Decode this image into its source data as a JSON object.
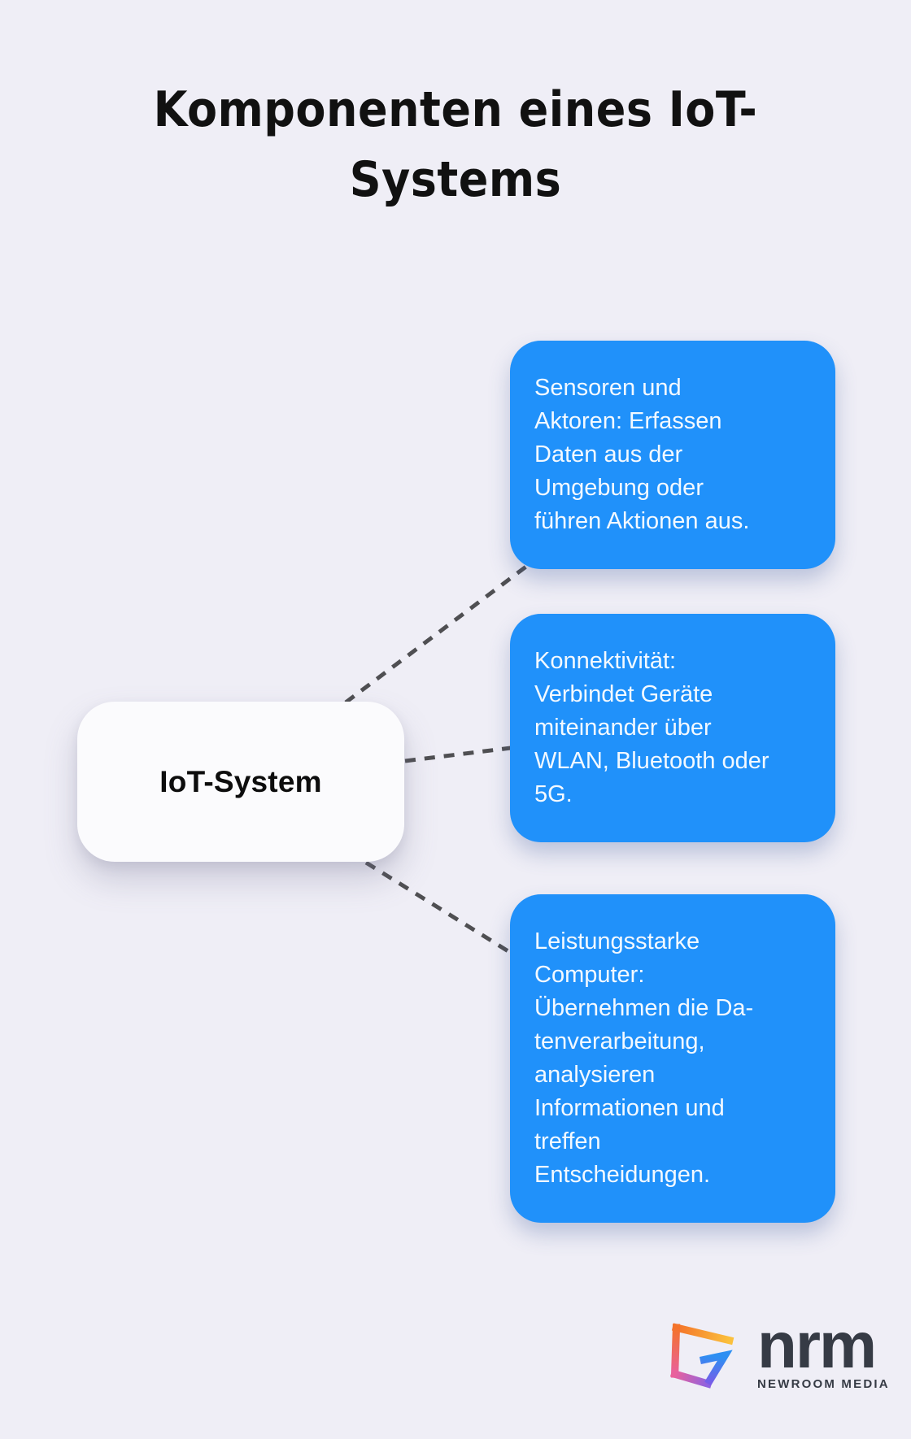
{
  "title": {
    "text": "Komponenten eines IoT-\nSystems"
  },
  "root_node": {
    "label": "IoT-System"
  },
  "branches": [
    {
      "text": "Sensoren und\nAktoren: Erfassen\nDaten aus der\nUmgebung oder\nführen Aktionen aus."
    },
    {
      "text": "Konnektivität:\nVerbindet Geräte\nmiteinander über\nWLAN, Bluetooth oder\n5G."
    },
    {
      "text": "Leistungsstarke\nComputer:\nÜbernehmen die Da-\ntenverarbeitung,\nanalysieren\nInformationen und\ntreffen\nEntscheidungen."
    }
  ],
  "logo": {
    "brand": "nrm",
    "subtitle": "NEWROOM MEDIA",
    "mark": "newroom-media-g-arrow-mark",
    "gradient": {
      "orange": "#f4732a",
      "yellow": "#fbc03c",
      "pink": "#e9619c",
      "violet": "#8f62e0",
      "purple_blue": "#7a5be8",
      "blue": "#2e8ff2"
    }
  },
  "colors": {
    "page_bg": "#efeef6",
    "accent": "#2091fa",
    "node_bg": "#fbfbfd",
    "branch_text": "#f3f9ff",
    "line": "#4f4f52",
    "ink": "#111111",
    "logo_ink": "#363b45"
  }
}
